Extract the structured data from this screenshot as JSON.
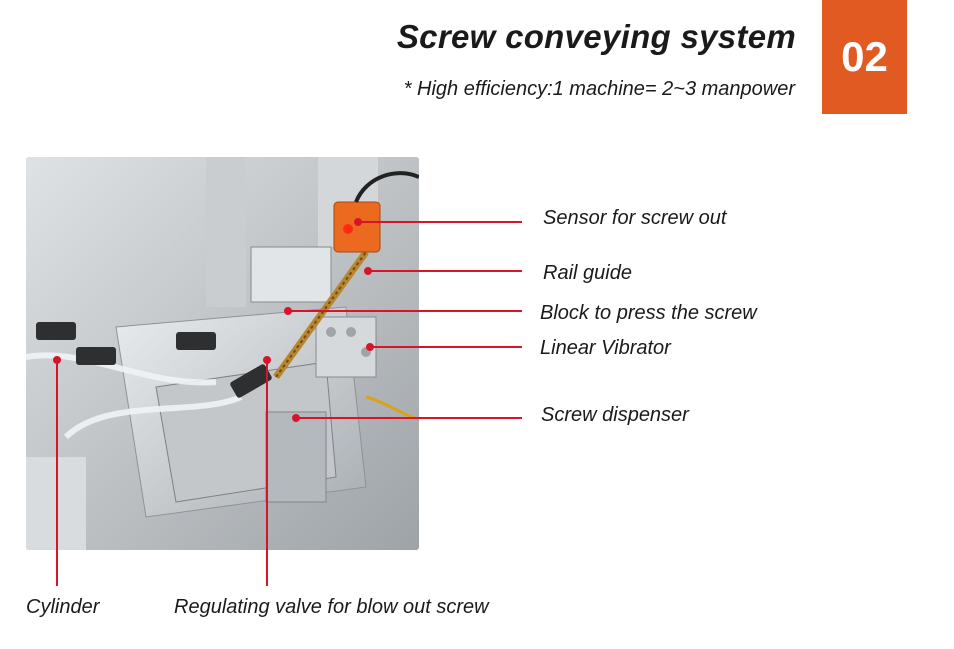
{
  "header": {
    "title": "Screw conveying system",
    "subtitle": "* High efficiency:1 machine= 2~3 manpower",
    "badge_number": "02"
  },
  "callouts": [
    {
      "id": "sensor",
      "text": "Sensor for screw out"
    },
    {
      "id": "rail",
      "text": "Rail guide"
    },
    {
      "id": "block",
      "text": "Block to press the screw"
    },
    {
      "id": "vibrator",
      "text": "Linear Vibrator"
    },
    {
      "id": "dispenser",
      "text": "Screw dispenser"
    },
    {
      "id": "cylinder",
      "text": "Cylinder"
    },
    {
      "id": "valve",
      "text": "Regulating valve for blow out screw"
    }
  ],
  "colors": {
    "accent": "#e05a22",
    "leader": "#d8142a"
  }
}
